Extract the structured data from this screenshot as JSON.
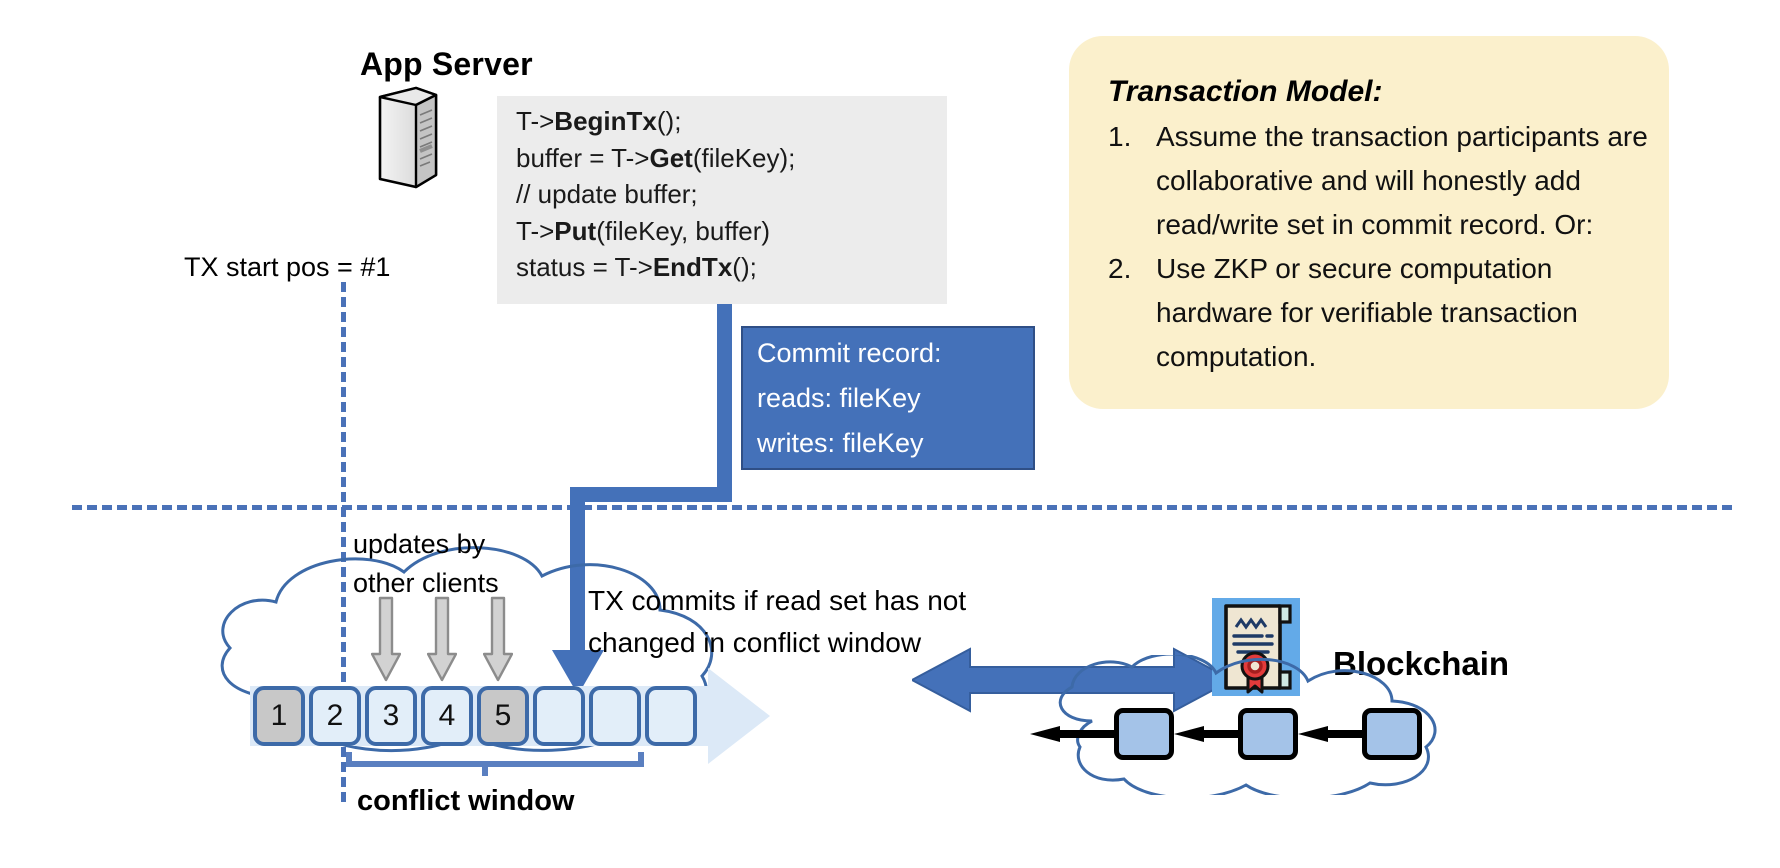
{
  "app_server": {
    "title": "App Server",
    "icon": "server-tower-icon",
    "code_lines": [
      {
        "plain1": "T->",
        "bold": "BeginTx",
        "plain2": "();"
      },
      {
        "plain1": "buffer = T->",
        "bold": "Get",
        "plain2": "(fileKey);"
      },
      {
        "plain1": "// update buffer;",
        "bold": "",
        "plain2": ""
      },
      {
        "plain1": "T->",
        "bold": "Put",
        "plain2": "(fileKey, buffer)"
      },
      {
        "plain1": "status = T->",
        "bold": "EndTx",
        "plain2": "();"
      }
    ]
  },
  "tx_start": {
    "label": "TX start pos = #1"
  },
  "commit_record": {
    "line1": "Commit record:",
    "line2": "reads: fileKey",
    "line3": "writes: fileKey",
    "color": "#4471b9"
  },
  "transaction_model": {
    "title": "Transaction Model:",
    "items": [
      {
        "num": "1.",
        "text": "Assume the transaction participants are collaborative and will honestly add read/write set in commit record.  Or:"
      },
      {
        "num": "2.",
        "text": "Use ZKP or secure computation hardware for verifiable transaction computation."
      }
    ],
    "background": "#fbf0cc"
  },
  "ledger": {
    "updates_label_line1": "updates by",
    "updates_label_line2": "other clients",
    "tx_commits_line1": "TX commits if read set has not",
    "tx_commits_line2": "changed in conflict window",
    "conflict_window_label": "conflict window",
    "blocks": [
      {
        "label": "1",
        "state": "filled"
      },
      {
        "label": "2",
        "state": "empty"
      },
      {
        "label": "3",
        "state": "empty"
      },
      {
        "label": "4",
        "state": "empty"
      },
      {
        "label": "5",
        "state": "filled"
      },
      {
        "label": "",
        "state": "empty"
      },
      {
        "label": "",
        "state": "empty"
      },
      {
        "label": "",
        "state": "empty"
      }
    ],
    "update_arrow_count": 3,
    "block_accent": "#3d6aa8"
  },
  "blockchain": {
    "label": "Blockchain",
    "icon": "certificate-seal-icon",
    "chain_block_count": 3,
    "link_arrow": "left-arrow-icon",
    "sync_arrow": "double-headed-arrow-icon"
  }
}
